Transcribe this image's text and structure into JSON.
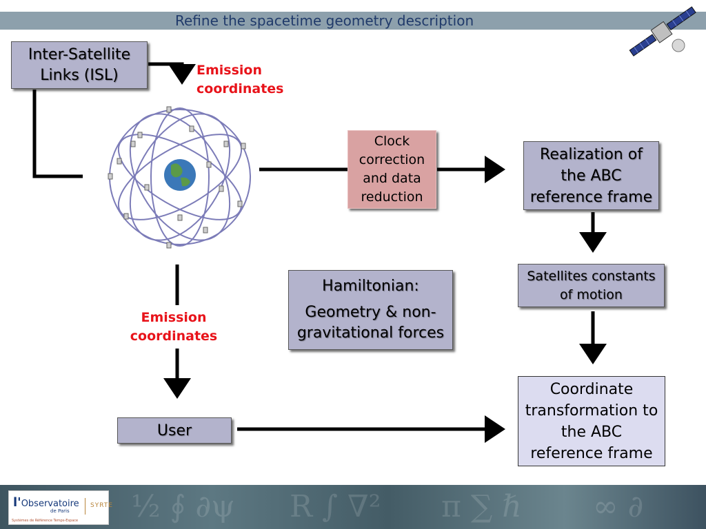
{
  "title": "Refine the spacetime geometry description",
  "boxes": {
    "isl": {
      "line1": "Inter-Satellite",
      "line2": "Links (ISL)"
    },
    "clock": {
      "line1": "Clock",
      "line2": "correction",
      "line3": "and data",
      "line4": "reduction"
    },
    "realization": {
      "line1": "Realization of",
      "line2": "the ABC",
      "line3": "reference frame"
    },
    "constants": {
      "line1": "Satellites constants",
      "line2": "of motion"
    },
    "hamiltonian": {
      "line1": "Hamiltonian:",
      "line2": "Geometry & non-",
      "line3": "gravitational forces"
    },
    "user": {
      "label": "User"
    },
    "transform": {
      "line1": "Coordinate",
      "line2": "transformation to",
      "line3": "the ABC",
      "line4": "reference frame"
    }
  },
  "labels": {
    "emission_top": {
      "line1": "Emission",
      "line2": "coordinates"
    },
    "emission_mid": {
      "line1": "Emission",
      "line2": "coordinates"
    }
  },
  "footer": {
    "logo_name": "Observatoire",
    "logo_place": "de Paris",
    "logo_lab": "SYRTE",
    "logo_sub": "Systèmes de Référence Temps-Espace"
  },
  "colors": {
    "title_bar": "#8da0ac",
    "title_text": "#203a6a",
    "box_fill": "#b3b3cc",
    "clock_fill": "#d9a2a2",
    "light_fill": "#dcdcf0",
    "red_label": "#e8131a"
  }
}
